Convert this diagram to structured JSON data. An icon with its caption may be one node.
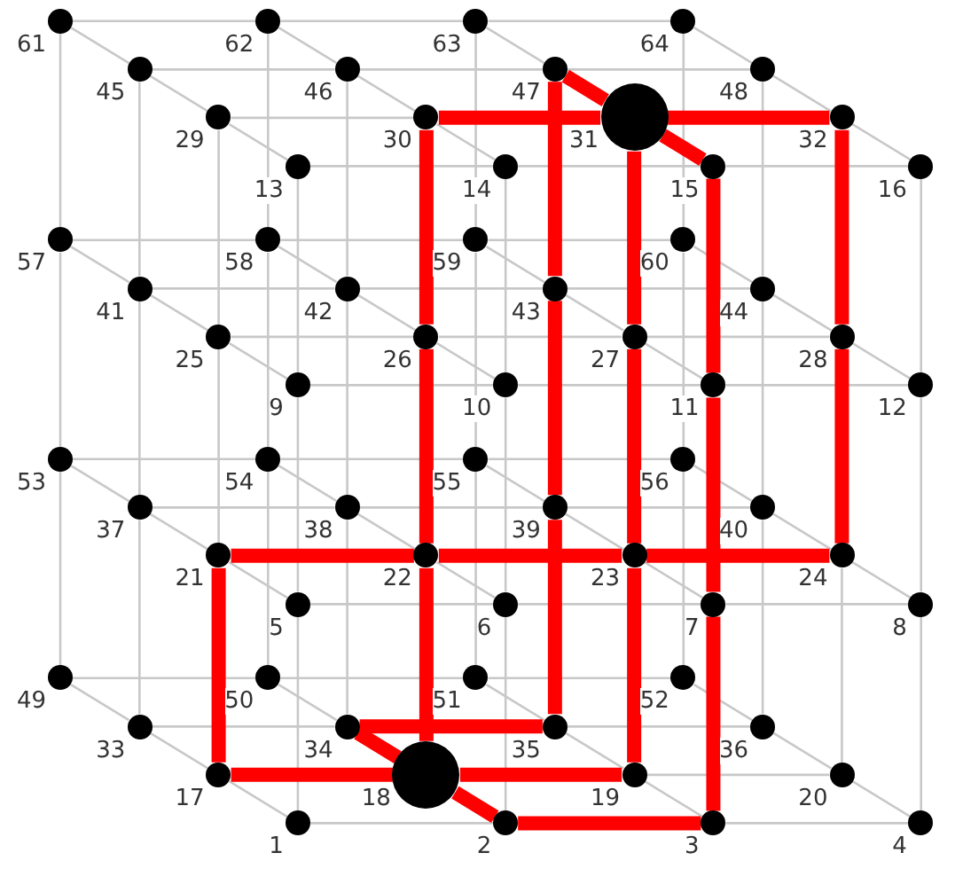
{
  "diagram": {
    "nodes": [
      {
        "text": [],
        "shape": "dot",
        "beside": [
          "1"
        ]
      },
      {
        "text": [],
        "shape": "dot",
        "beside": [
          "2"
        ]
      },
      {
        "text": [],
        "shape": "dot",
        "beside": [
          "3"
        ]
      },
      {
        "text": [],
        "shape": "dot",
        "beside": [
          "4"
        ]
      },
      {
        "text": [],
        "shape": "dot",
        "beside": [
          "5"
        ]
      },
      {
        "text": [],
        "shape": "dot",
        "beside": [
          "6"
        ]
      },
      {
        "text": [],
        "shape": "dot",
        "beside": [
          "7"
        ]
      },
      {
        "text": [],
        "shape": "dot",
        "beside": [
          "8"
        ]
      },
      {
        "text": [],
        "shape": "dot",
        "beside": [
          "9"
        ]
      },
      {
        "text": [],
        "shape": "dot",
        "beside": [
          "10"
        ]
      },
      {
        "text": [],
        "shape": "dot",
        "beside": [
          "11"
        ]
      },
      {
        "text": [],
        "shape": "dot",
        "beside": [
          "12"
        ]
      },
      {
        "text": [],
        "shape": "dot",
        "beside": [
          "13"
        ]
      },
      {
        "text": [],
        "shape": "dot",
        "beside": [
          "14"
        ]
      },
      {
        "text": [],
        "shape": "dot",
        "beside": [
          "15"
        ]
      },
      {
        "text": [],
        "shape": "dot",
        "beside": [
          "16"
        ]
      },
      {
        "text": [],
        "shape": "dot",
        "beside": [
          "17"
        ]
      },
      {
        "text": [],
        "shape": "circle",
        "beside": [
          "18"
        ]
      },
      {
        "text": [],
        "shape": "dot",
        "beside": [
          "19"
        ]
      },
      {
        "text": [],
        "shape": "dot",
        "beside": [
          "20"
        ]
      },
      {
        "text": [],
        "shape": "dot",
        "beside": [
          "21"
        ]
      },
      {
        "text": [],
        "shape": "dot",
        "beside": [
          "22"
        ]
      },
      {
        "text": [],
        "shape": "dot",
        "beside": [
          "23"
        ]
      },
      {
        "text": [],
        "shape": "dot",
        "beside": [
          "24"
        ]
      },
      {
        "text": [],
        "shape": "dot",
        "beside": [
          "25"
        ]
      },
      {
        "text": [],
        "shape": "dot",
        "beside": [
          "26"
        ]
      },
      {
        "text": [],
        "shape": "dot",
        "beside": [
          "27"
        ]
      },
      {
        "text": [],
        "shape": "dot",
        "beside": [
          "28"
        ]
      },
      {
        "text": [],
        "shape": "dot",
        "beside": [
          "29"
        ]
      },
      {
        "text": [],
        "shape": "dot",
        "beside": [
          "30"
        ]
      },
      {
        "text": [],
        "shape": "circle",
        "beside": [
          "31"
        ]
      },
      {
        "text": [],
        "shape": "dot",
        "beside": [
          "32"
        ]
      },
      {
        "text": [],
        "shape": "dot",
        "beside": [
          "33"
        ]
      },
      {
        "text": [],
        "shape": "dot",
        "beside": [
          "34"
        ]
      },
      {
        "text": [],
        "shape": "dot",
        "beside": [
          "35"
        ]
      },
      {
        "text": [],
        "shape": "dot",
        "beside": [
          "36"
        ]
      },
      {
        "text": [],
        "shape": "dot",
        "beside": [
          "37"
        ]
      },
      {
        "text": [],
        "shape": "dot",
        "beside": [
          "38"
        ]
      },
      {
        "text": [],
        "shape": "dot",
        "beside": [
          "39"
        ]
      },
      {
        "text": [],
        "shape": "dot",
        "beside": [
          "40"
        ]
      },
      {
        "text": [],
        "shape": "dot",
        "beside": [
          "41"
        ]
      },
      {
        "text": [],
        "shape": "dot",
        "beside": [
          "42"
        ]
      },
      {
        "text": [],
        "shape": "dot",
        "beside": [
          "43"
        ]
      },
      {
        "text": [],
        "shape": "dot",
        "beside": [
          "44"
        ]
      },
      {
        "text": [],
        "shape": "dot",
        "beside": [
          "45"
        ]
      },
      {
        "text": [],
        "shape": "dot",
        "beside": [
          "46"
        ]
      },
      {
        "text": [],
        "shape": "dot",
        "beside": [
          "47"
        ]
      },
      {
        "text": [],
        "shape": "dot",
        "beside": [
          "48"
        ]
      },
      {
        "text": [],
        "shape": "dot",
        "beside": [
          "49"
        ]
      },
      {
        "text": [],
        "shape": "dot",
        "beside": [
          "50"
        ]
      },
      {
        "text": [],
        "shape": "dot",
        "beside": [
          "51"
        ]
      },
      {
        "text": [],
        "shape": "dot",
        "beside": [
          "52"
        ]
      },
      {
        "text": [],
        "shape": "dot",
        "beside": [
          "53"
        ]
      },
      {
        "text": [],
        "shape": "dot",
        "beside": [
          "54"
        ]
      },
      {
        "text": [],
        "shape": "dot",
        "beside": [
          "55"
        ]
      },
      {
        "text": [],
        "shape": "dot",
        "beside": [
          "56"
        ]
      },
      {
        "text": [],
        "shape": "dot",
        "beside": [
          "57"
        ]
      },
      {
        "text": [],
        "shape": "dot",
        "beside": [
          "58"
        ]
      },
      {
        "text": [],
        "shape": "dot",
        "beside": [
          "59"
        ]
      },
      {
        "text": [],
        "shape": "dot",
        "beside": [
          "60"
        ]
      },
      {
        "text": [],
        "shape": "dot",
        "beside": [
          "61"
        ]
      },
      {
        "text": [],
        "shape": "dot",
        "beside": [
          "62"
        ]
      },
      {
        "text": [],
        "shape": "dot",
        "beside": [
          "63"
        ]
      },
      {
        "text": [],
        "shape": "dot",
        "beside": [
          "64"
        ]
      }
    ],
    "edges": [
      {
        "from": 0,
        "to": 1,
        "arrow": "none"
      },
      {
        "from": 0,
        "to": 4,
        "arrow": "none"
      },
      {
        "from": 0,
        "to": 16,
        "arrow": "none"
      },
      {
        "from": 1,
        "to": 2,
        "arrow": "none",
        "style": "thick",
        "color": "#ff0000"
      },
      {
        "from": 1,
        "to": 5,
        "arrow": "none"
      },
      {
        "from": 1,
        "to": 17,
        "arrow": "none",
        "style": "thick",
        "color": "#ff0000"
      },
      {
        "from": 2,
        "to": 3,
        "arrow": "none"
      },
      {
        "from": 2,
        "to": 6,
        "arrow": "none",
        "style": "thick",
        "color": "#ff0000"
      },
      {
        "from": 2,
        "to": 18,
        "arrow": "none"
      },
      {
        "from": 3,
        "to": 7,
        "arrow": "none"
      },
      {
        "from": 3,
        "to": 19,
        "arrow": "none"
      },
      {
        "from": 4,
        "to": 5,
        "arrow": "none"
      },
      {
        "from": 4,
        "to": 8,
        "arrow": "none"
      },
      {
        "from": 4,
        "to": 20,
        "arrow": "none"
      },
      {
        "from": 5,
        "to": 6,
        "arrow": "none"
      },
      {
        "from": 5,
        "to": 9,
        "arrow": "none"
      },
      {
        "from": 5,
        "to": 21,
        "arrow": "none"
      },
      {
        "from": 6,
        "to": 7,
        "arrow": "none"
      },
      {
        "from": 6,
        "to": 10,
        "arrow": "none",
        "style": "thick",
        "color": "#ff0000"
      },
      {
        "from": 6,
        "to": 22,
        "arrow": "none"
      },
      {
        "from": 7,
        "to": 11,
        "arrow": "none"
      },
      {
        "from": 7,
        "to": 23,
        "arrow": "none"
      },
      {
        "from": 8,
        "to": 9,
        "arrow": "none"
      },
      {
        "from": 8,
        "to": 12,
        "arrow": "none"
      },
      {
        "from": 8,
        "to": 24,
        "arrow": "none"
      },
      {
        "from": 9,
        "to": 10,
        "arrow": "none"
      },
      {
        "from": 9,
        "to": 13,
        "arrow": "none"
      },
      {
        "from": 9,
        "to": 25,
        "arrow": "none"
      },
      {
        "from": 10,
        "to": 11,
        "arrow": "none"
      },
      {
        "from": 10,
        "to": 14,
        "arrow": "none",
        "style": "thick",
        "color": "#ff0000"
      },
      {
        "from": 10,
        "to": 26,
        "arrow": "none"
      },
      {
        "from": 11,
        "to": 15,
        "arrow": "none"
      },
      {
        "from": 11,
        "to": 27,
        "arrow": "none"
      },
      {
        "from": 12,
        "to": 13,
        "arrow": "none"
      },
      {
        "from": 12,
        "to": 28,
        "arrow": "none"
      },
      {
        "from": 13,
        "to": 14,
        "arrow": "none"
      },
      {
        "from": 13,
        "to": 29,
        "arrow": "none"
      },
      {
        "from": 14,
        "to": 15,
        "arrow": "none"
      },
      {
        "from": 14,
        "to": 30,
        "arrow": "none",
        "style": "thick",
        "color": "#ff0000"
      },
      {
        "from": 15,
        "to": 31,
        "arrow": "none"
      },
      {
        "from": 16,
        "to": 17,
        "arrow": "none",
        "style": "thick",
        "color": "#ff0000"
      },
      {
        "from": 16,
        "to": 20,
        "arrow": "none",
        "style": "thick",
        "color": "#ff0000"
      },
      {
        "from": 16,
        "to": 32,
        "arrow": "none"
      },
      {
        "from": 17,
        "to": 18,
        "arrow": "none",
        "style": "thick",
        "color": "#ff0000"
      },
      {
        "from": 17,
        "to": 21,
        "arrow": "none",
        "style": "thick",
        "color": "#ff0000"
      },
      {
        "from": 17,
        "to": 33,
        "arrow": "none",
        "style": "thick",
        "color": "#ff0000"
      },
      {
        "from": 18,
        "to": 19,
        "arrow": "none"
      },
      {
        "from": 18,
        "to": 22,
        "arrow": "none",
        "style": "thick",
        "color": "#ff0000"
      },
      {
        "from": 18,
        "to": 34,
        "arrow": "none"
      },
      {
        "from": 19,
        "to": 23,
        "arrow": "none"
      },
      {
        "from": 19,
        "to": 35,
        "arrow": "none"
      },
      {
        "from": 20,
        "to": 21,
        "arrow": "none",
        "style": "thick",
        "color": "#ff0000"
      },
      {
        "from": 20,
        "to": 24,
        "arrow": "none"
      },
      {
        "from": 20,
        "to": 36,
        "arrow": "none"
      },
      {
        "from": 21,
        "to": 22,
        "arrow": "none",
        "style": "thick",
        "color": "#ff0000"
      },
      {
        "from": 21,
        "to": 25,
        "arrow": "none",
        "style": "thick",
        "color": "#ff0000"
      },
      {
        "from": 21,
        "to": 37,
        "arrow": "none"
      },
      {
        "from": 22,
        "to": 23,
        "arrow": "none",
        "style": "thick",
        "color": "#ff0000"
      },
      {
        "from": 22,
        "to": 26,
        "arrow": "none",
        "style": "thick",
        "color": "#ff0000"
      },
      {
        "from": 22,
        "to": 38,
        "arrow": "none"
      },
      {
        "from": 23,
        "to": 27,
        "arrow": "none",
        "style": "thick",
        "color": "#ff0000"
      },
      {
        "from": 23,
        "to": 39,
        "arrow": "none"
      },
      {
        "from": 24,
        "to": 25,
        "arrow": "none"
      },
      {
        "from": 24,
        "to": 28,
        "arrow": "none"
      },
      {
        "from": 24,
        "to": 40,
        "arrow": "none"
      },
      {
        "from": 25,
        "to": 26,
        "arrow": "none"
      },
      {
        "from": 25,
        "to": 29,
        "arrow": "none",
        "style": "thick",
        "color": "#ff0000"
      },
      {
        "from": 25,
        "to": 41,
        "arrow": "none"
      },
      {
        "from": 26,
        "to": 27,
        "arrow": "none"
      },
      {
        "from": 26,
        "to": 30,
        "arrow": "none",
        "style": "thick",
        "color": "#ff0000"
      },
      {
        "from": 26,
        "to": 42,
        "arrow": "none"
      },
      {
        "from": 27,
        "to": 31,
        "arrow": "none",
        "style": "thick",
        "color": "#ff0000"
      },
      {
        "from": 27,
        "to": 43,
        "arrow": "none"
      },
      {
        "from": 28,
        "to": 29,
        "arrow": "none"
      },
      {
        "from": 28,
        "to": 44,
        "arrow": "none"
      },
      {
        "from": 29,
        "to": 30,
        "arrow": "none",
        "style": "thick",
        "color": "#ff0000"
      },
      {
        "from": 29,
        "to": 45,
        "arrow": "none"
      },
      {
        "from": 30,
        "to": 31,
        "arrow": "none",
        "style": "thick",
        "color": "#ff0000"
      },
      {
        "from": 30,
        "to": 46,
        "arrow": "none",
        "style": "thick",
        "color": "#ff0000"
      },
      {
        "from": 31,
        "to": 47,
        "arrow": "none"
      },
      {
        "from": 32,
        "to": 33,
        "arrow": "none"
      },
      {
        "from": 32,
        "to": 36,
        "arrow": "none"
      },
      {
        "from": 32,
        "to": 48,
        "arrow": "none"
      },
      {
        "from": 33,
        "to": 34,
        "arrow": "none",
        "style": "thick",
        "color": "#ff0000"
      },
      {
        "from": 33,
        "to": 37,
        "arrow": "none"
      },
      {
        "from": 33,
        "to": 49,
        "arrow": "none"
      },
      {
        "from": 34,
        "to": 35,
        "arrow": "none"
      },
      {
        "from": 34,
        "to": 38,
        "arrow": "none",
        "style": "thick",
        "color": "#ff0000"
      },
      {
        "from": 34,
        "to": 50,
        "arrow": "none"
      },
      {
        "from": 35,
        "to": 39,
        "arrow": "none"
      },
      {
        "from": 35,
        "to": 51,
        "arrow": "none"
      },
      {
        "from": 36,
        "to": 37,
        "arrow": "none"
      },
      {
        "from": 36,
        "to": 40,
        "arrow": "none"
      },
      {
        "from": 36,
        "to": 52,
        "arrow": "none"
      },
      {
        "from": 37,
        "to": 38,
        "arrow": "none"
      },
      {
        "from": 37,
        "to": 41,
        "arrow": "none"
      },
      {
        "from": 37,
        "to": 53,
        "arrow": "none"
      },
      {
        "from": 38,
        "to": 39,
        "arrow": "none"
      },
      {
        "from": 38,
        "to": 42,
        "arrow": "none",
        "style": "thick",
        "color": "#ff0000"
      },
      {
        "from": 38,
        "to": 54,
        "arrow": "none"
      },
      {
        "from": 39,
        "to": 43,
        "arrow": "none"
      },
      {
        "from": 39,
        "to": 55,
        "arrow": "none"
      },
      {
        "from": 40,
        "to": 41,
        "arrow": "none"
      },
      {
        "from": 40,
        "to": 44,
        "arrow": "none"
      },
      {
        "from": 40,
        "to": 56,
        "arrow": "none"
      },
      {
        "from": 41,
        "to": 42,
        "arrow": "none"
      },
      {
        "from": 41,
        "to": 45,
        "arrow": "none"
      },
      {
        "from": 41,
        "to": 57,
        "arrow": "none"
      },
      {
        "from": 42,
        "to": 43,
        "arrow": "none"
      },
      {
        "from": 42,
        "to": 46,
        "arrow": "none",
        "style": "thick",
        "color": "#ff0000"
      },
      {
        "from": 42,
        "to": 58,
        "arrow": "none"
      },
      {
        "from": 43,
        "to": 47,
        "arrow": "none"
      },
      {
        "from": 43,
        "to": 59,
        "arrow": "none"
      },
      {
        "from": 44,
        "to": 45,
        "arrow": "none"
      },
      {
        "from": 44,
        "to": 60,
        "arrow": "none"
      },
      {
        "from": 45,
        "to": 46,
        "arrow": "none"
      },
      {
        "from": 45,
        "to": 61,
        "arrow": "none"
      },
      {
        "from": 46,
        "to": 47,
        "arrow": "none"
      },
      {
        "from": 46,
        "to": 62,
        "arrow": "none"
      },
      {
        "from": 47,
        "to": 63,
        "arrow": "none"
      },
      {
        "from": 48,
        "to": 49,
        "arrow": "none"
      },
      {
        "from": 48,
        "to": 52,
        "arrow": "none"
      },
      {
        "from": 49,
        "to": 50,
        "arrow": "none"
      },
      {
        "from": 49,
        "to": 53,
        "arrow": "none"
      },
      {
        "from": 50,
        "to": 51,
        "arrow": "none"
      },
      {
        "from": 50,
        "to": 54,
        "arrow": "none"
      },
      {
        "from": 51,
        "to": 55,
        "arrow": "none"
      },
      {
        "from": 52,
        "to": 53,
        "arrow": "none"
      },
      {
        "from": 52,
        "to": 56,
        "arrow": "none"
      },
      {
        "from": 53,
        "to": 54,
        "arrow": "none"
      },
      {
        "from": 53,
        "to": 57,
        "arrow": "none"
      },
      {
        "from": 54,
        "to": 55,
        "arrow": "none"
      },
      {
        "from": 54,
        "to": 58,
        "arrow": "none"
      },
      {
        "from": 55,
        "to": 59,
        "arrow": "none"
      },
      {
        "from": 56,
        "to": 57,
        "arrow": "none"
      },
      {
        "from": 56,
        "to": 60,
        "arrow": "none"
      },
      {
        "from": 57,
        "to": 58,
        "arrow": "none"
      },
      {
        "from": 57,
        "to": 61,
        "arrow": "none"
      },
      {
        "from": 58,
        "to": 59,
        "arrow": "none"
      },
      {
        "from": 58,
        "to": 62,
        "arrow": "none"
      },
      {
        "from": 59,
        "to": 63,
        "arrow": "none"
      },
      {
        "from": 60,
        "to": 61,
        "arrow": "none"
      },
      {
        "from": 61,
        "to": 62,
        "arrow": "none"
      },
      {
        "from": 62,
        "to": 63,
        "arrow": "none"
      }
    ]
  }
}
